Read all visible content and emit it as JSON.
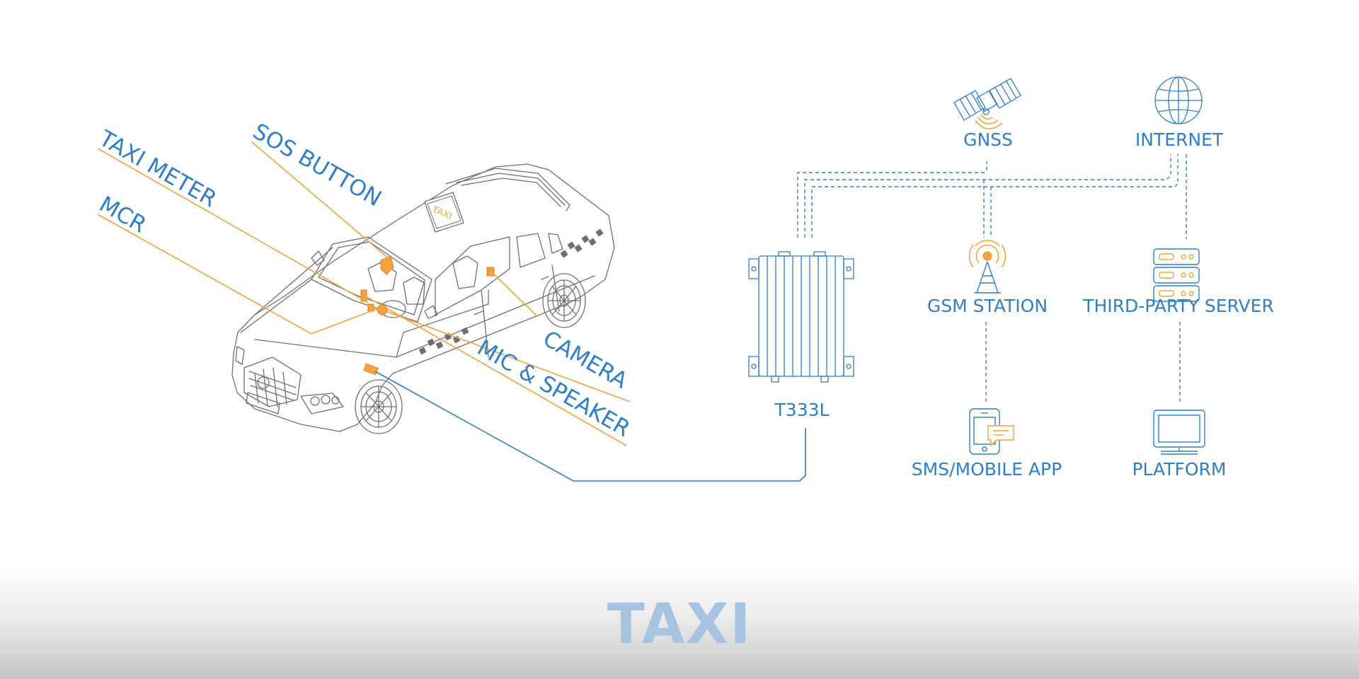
{
  "colors": {
    "accent_blue": "#2f7fc8",
    "accent_orange": "#f5a13c",
    "outline_gray": "#6f6f6f",
    "title_light_blue": "#a6c4e0"
  },
  "car": {
    "roof_sign": "TAXI",
    "callouts": {
      "taxi_meter": "TAXI METER",
      "sos_button": "SOS BUTTON",
      "mcr": "MCR",
      "camera": "CAMERA",
      "mic_speaker": "MIC & SPEAKER"
    }
  },
  "network": {
    "device": {
      "label": "T333L",
      "icon": "device-icon"
    },
    "gnss": {
      "label": "GNSS",
      "icon": "satellite-icon"
    },
    "internet": {
      "label": "INTERNET",
      "icon": "globe-icon"
    },
    "gsm": {
      "label": "GSM STATION",
      "icon": "antenna-tower-icon"
    },
    "server": {
      "label": "THIRD-PARTY SERVER",
      "icon": "server-icon"
    },
    "sms": {
      "label": "SMS/MOBILE APP",
      "icon": "phone-chat-icon"
    },
    "platform": {
      "label": "PLATFORM",
      "icon": "monitor-icon"
    }
  },
  "footer": {
    "title": "TAXI"
  }
}
